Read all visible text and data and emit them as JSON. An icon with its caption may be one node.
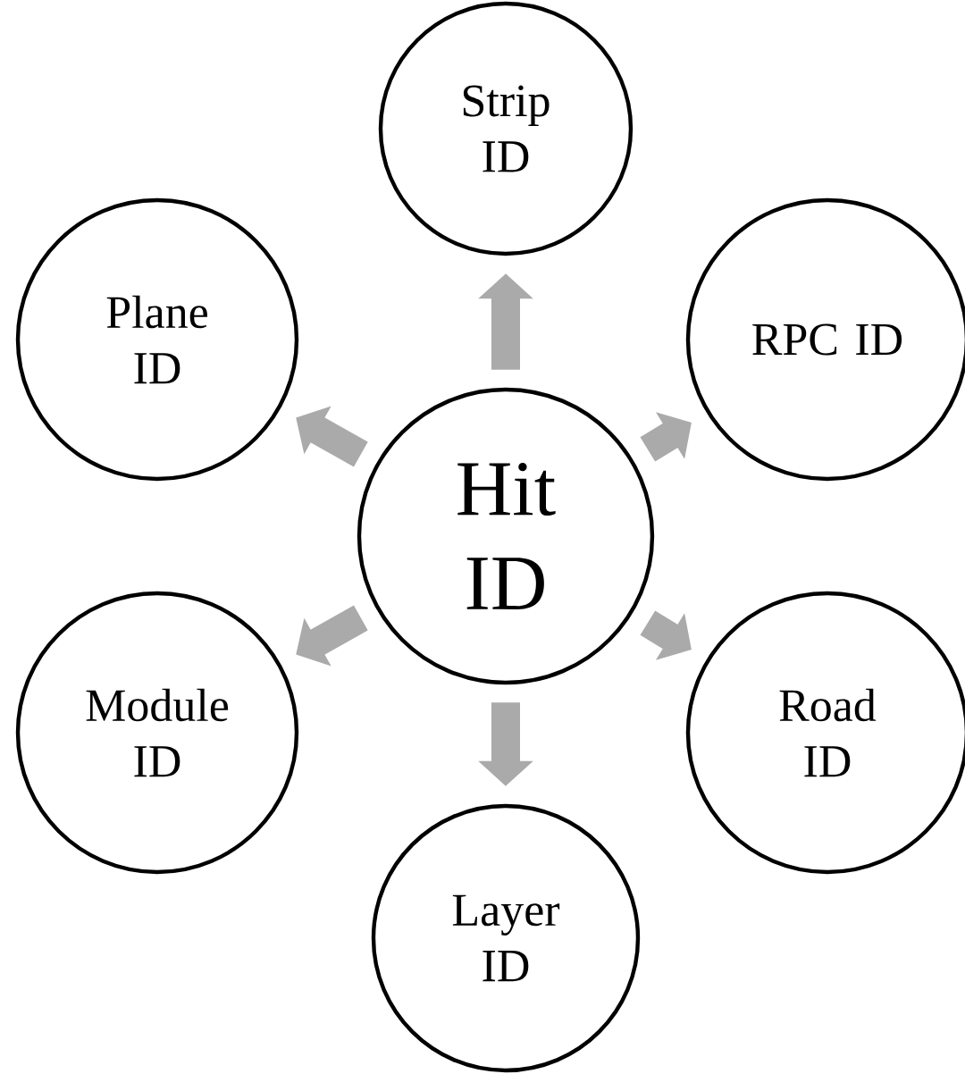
{
  "diagram": {
    "nodes": [
      {
        "text": [
          "Strip ID"
        ]
      },
      {
        "text": [
          "Plane ID"
        ]
      },
      {
        "text": [
          "RPC ID"
        ]
      },
      {
        "text": [
          "Hit ID"
        ]
      },
      {
        "text": [
          "Module ID"
        ]
      },
      {
        "text": [
          "Road ID"
        ]
      },
      {
        "text": [
          "Layer ID"
        ]
      }
    ],
    "edges": [
      {
        "from": 3,
        "to": 0,
        "arrow": "to"
      },
      {
        "from": 3,
        "to": 1,
        "arrow": "to"
      },
      {
        "from": 3,
        "to": 2,
        "arrow": "to"
      },
      {
        "from": 3,
        "to": 4,
        "arrow": "to"
      },
      {
        "from": 3,
        "to": 5,
        "arrow": "to"
      },
      {
        "from": 3,
        "to": 6,
        "arrow": "to"
      }
    ]
  }
}
